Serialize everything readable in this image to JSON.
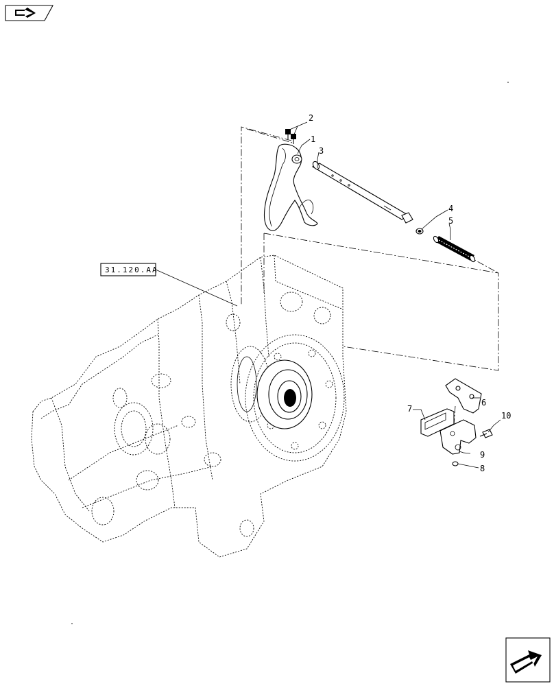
{
  "reference_label": "31.120.AA",
  "callouts": [
    {
      "id": "c1",
      "text": "1"
    },
    {
      "id": "c2",
      "text": "2"
    },
    {
      "id": "c3",
      "text": "3"
    },
    {
      "id": "c4",
      "text": "4"
    },
    {
      "id": "c5",
      "text": "5"
    },
    {
      "id": "c6",
      "text": "6"
    },
    {
      "id": "c7",
      "text": "7"
    },
    {
      "id": "c8",
      "text": "8"
    },
    {
      "id": "c9",
      "text": "9"
    },
    {
      "id": "c10",
      "text": "10"
    }
  ],
  "icons": {
    "top_left": "previous-page-arrow-icon",
    "bottom_right": "next-page-arrow-icon"
  }
}
